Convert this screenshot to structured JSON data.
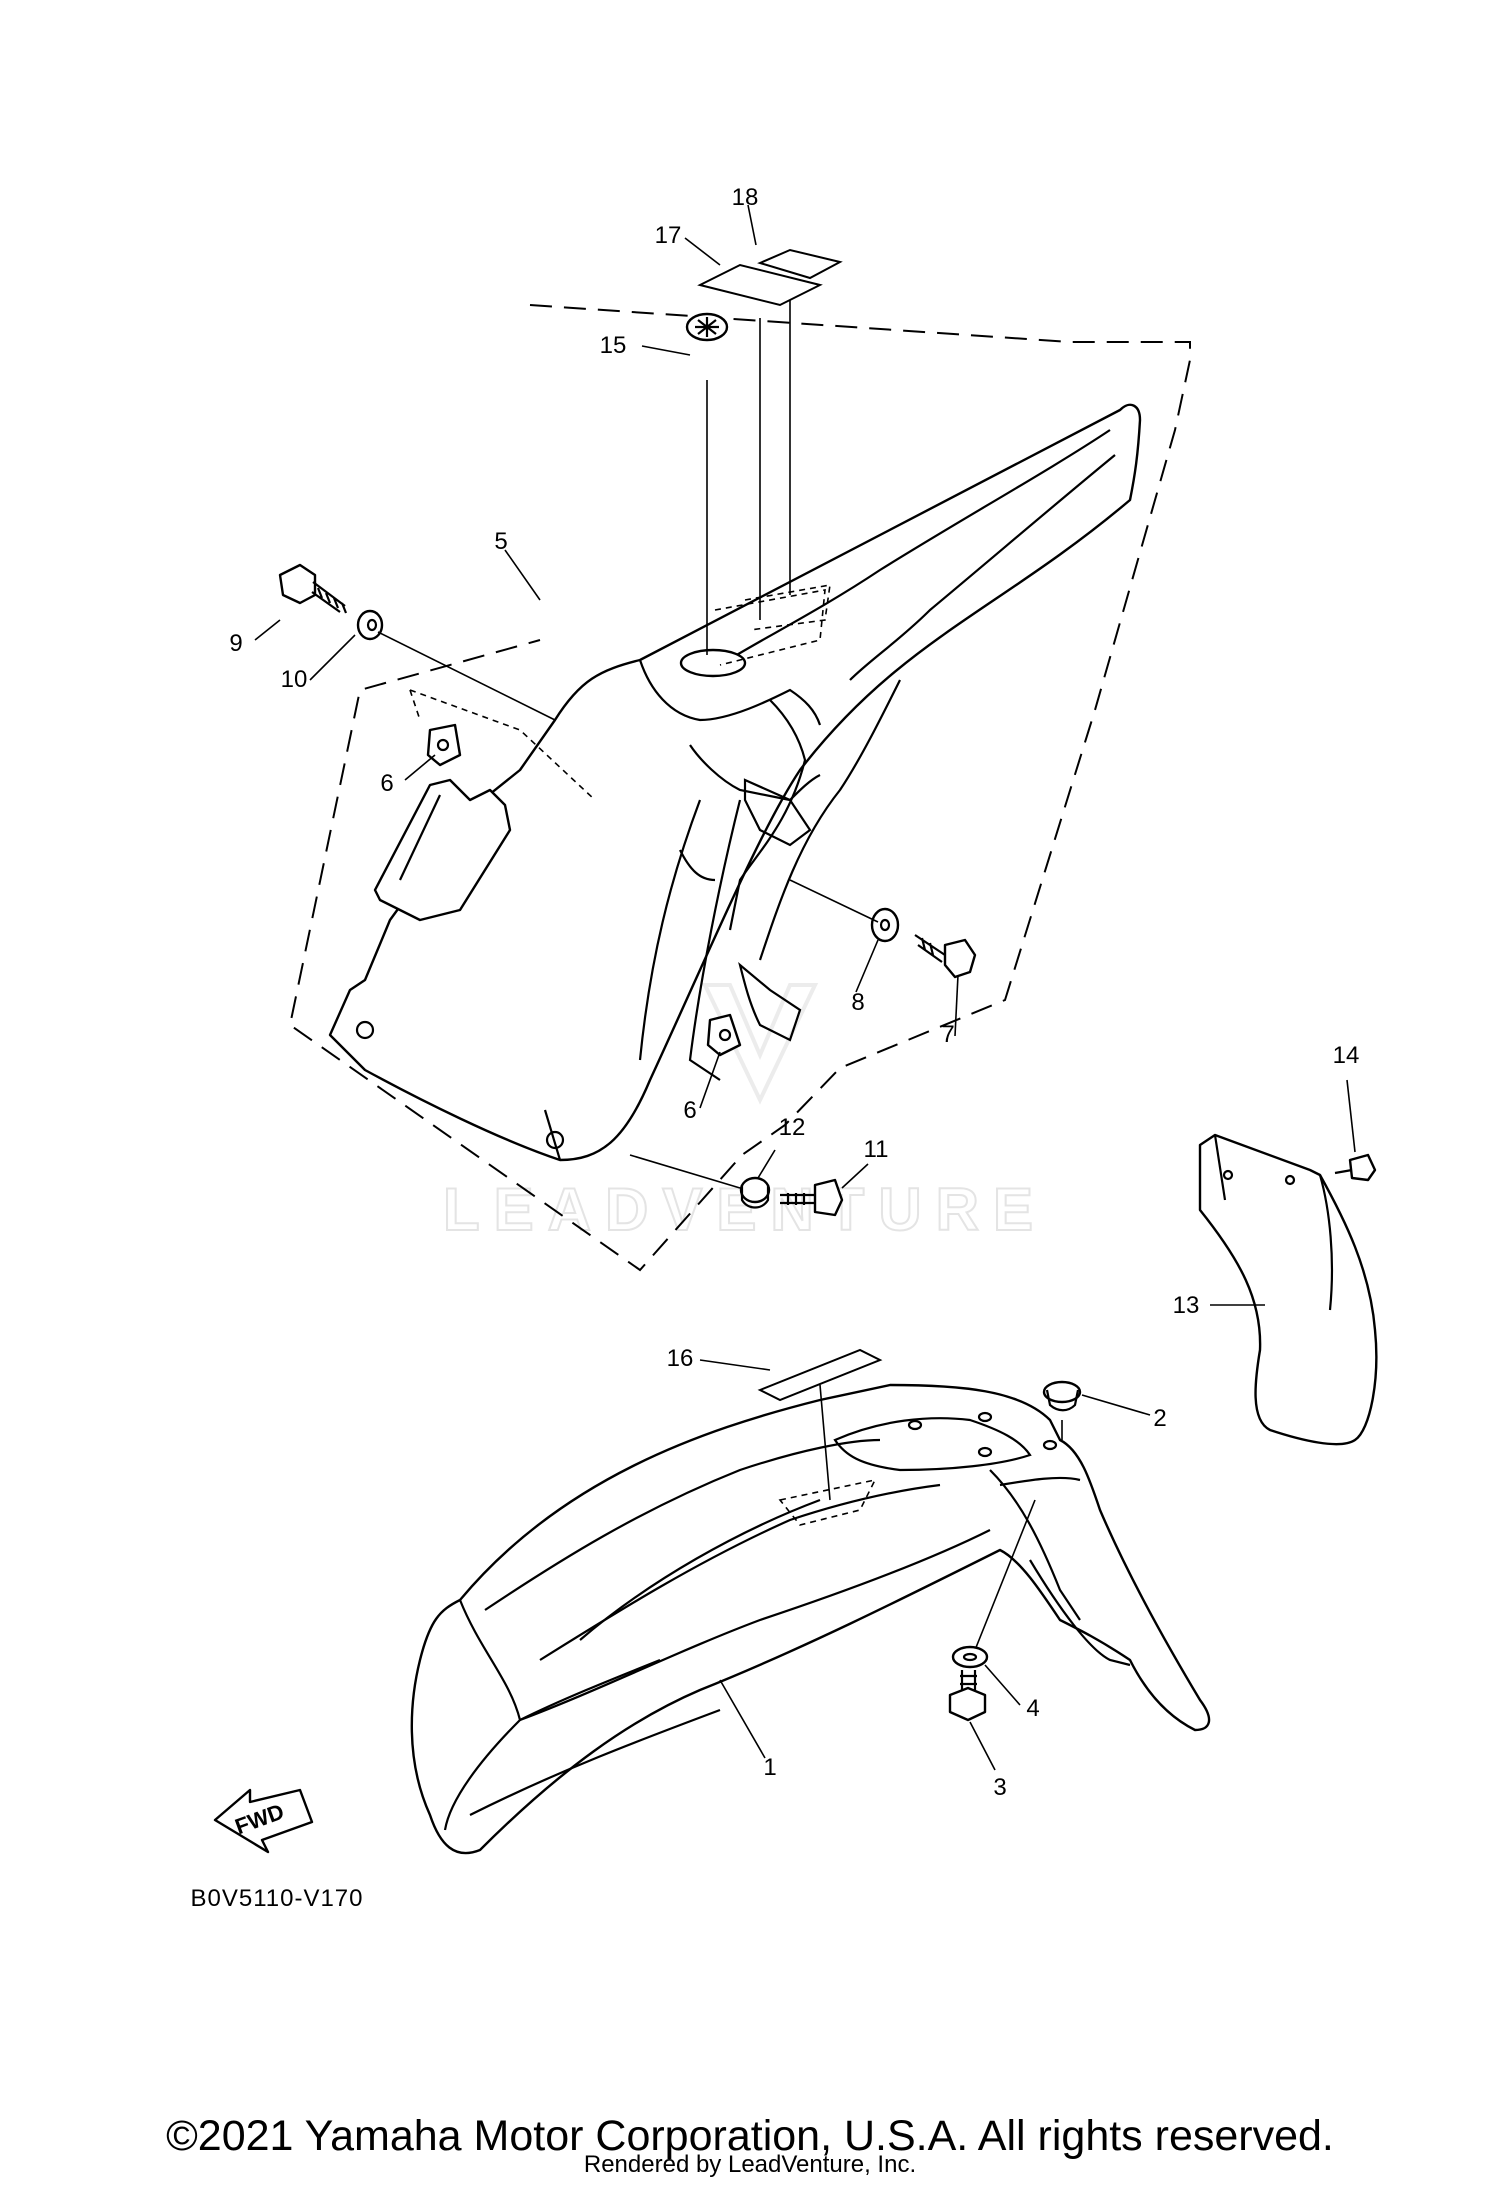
{
  "callouts": {
    "c1": "1",
    "c2": "2",
    "c3": "3",
    "c4": "4",
    "c5": "5",
    "c6a": "6",
    "c6b": "6",
    "c7": "7",
    "c8": "8",
    "c9": "9",
    "c10": "10",
    "c11": "11",
    "c12": "12",
    "c13": "13",
    "c14": "14",
    "c15": "15",
    "c16": "16",
    "c17": "17",
    "c18": "18"
  },
  "fwd_label": "FWD",
  "diagram_code": "B0V5110-V170",
  "watermark": "LEADVENTURE",
  "copyright": "©2021 Yamaha Motor Corporation, U.S.A. All rights reserved.",
  "rendered_by": "Rendered by LeadVenture, Inc."
}
